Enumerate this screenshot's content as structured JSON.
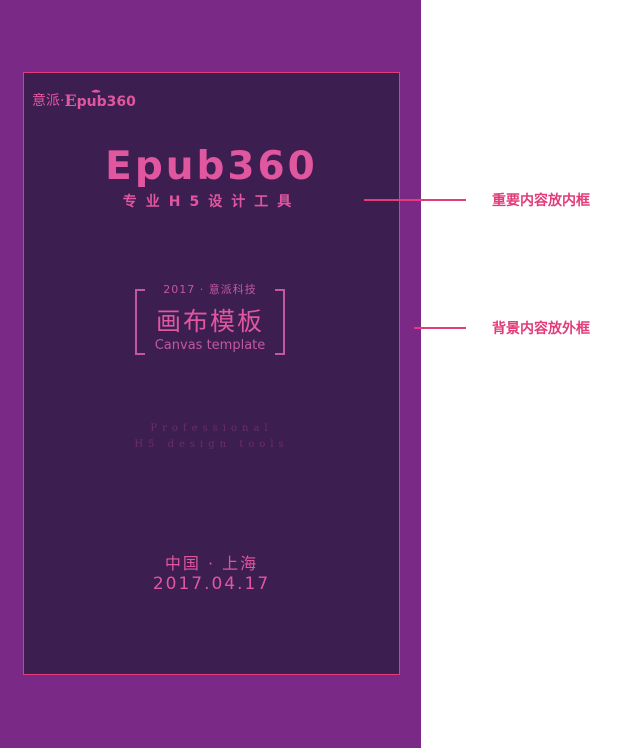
{
  "brand": {
    "prefix": "意派·",
    "logo_e": "E",
    "logo_rest": "pub360"
  },
  "title": "Epub360",
  "subtitle": "专业H5设计工具",
  "frame": {
    "year_line": "2017 · 意派科技",
    "main": "画布模板",
    "english": "Canvas template"
  },
  "tagline": {
    "line1": "Professional",
    "line2": "H5 design tools"
  },
  "city": "中国 · 上海",
  "date": "2017.04.17",
  "annotations": {
    "inner": "重要内容放内框",
    "outer": "背景内容放外框"
  },
  "colors": {
    "outer_bg": "#7a2a86",
    "inner_bg": "#3c1e51",
    "accent": "#e0569f",
    "annotation": "#e23c7a"
  }
}
